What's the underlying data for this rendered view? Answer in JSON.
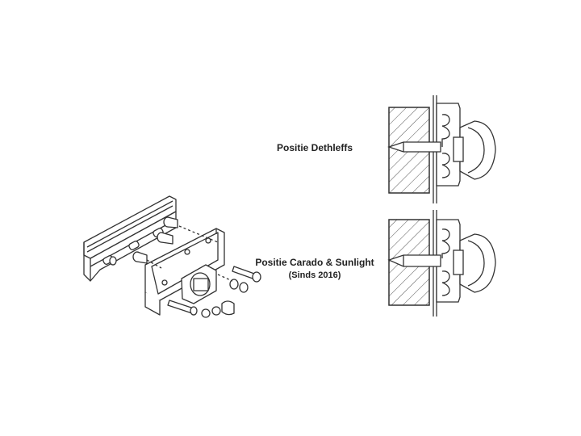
{
  "labels": {
    "dethleffs": "Positie Dethleffs",
    "carado": "Positie Carado & Sunlight",
    "carado_since": "(Sinds 2016)"
  },
  "icons": {
    "exploded_view": "bracket-assembly-exploded-icon",
    "top_section": "wall-mount-section-icon",
    "bottom_section": "wall-mount-section-icon"
  },
  "colors": {
    "line": "#333333",
    "hatch": "#555555",
    "background": "#ffffff"
  }
}
